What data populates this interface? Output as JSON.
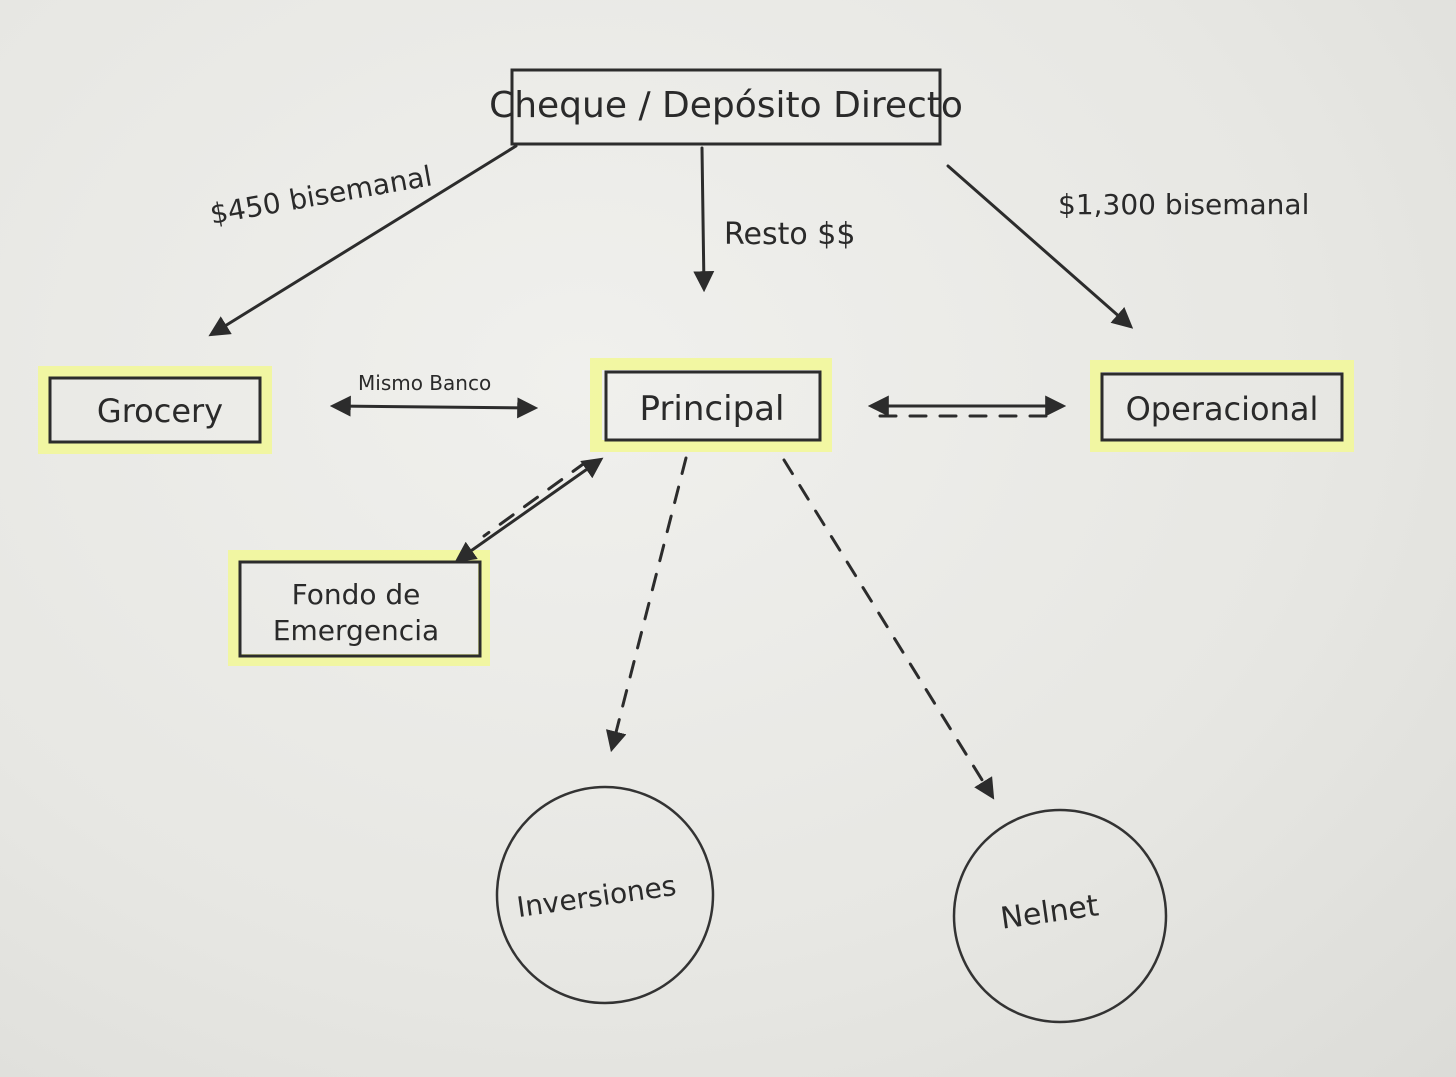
{
  "nodes": {
    "source": "Cheque / Depósito Directo",
    "grocery": "Grocery",
    "principal": "Principal",
    "operacional": "Operacional",
    "emergency_line1": "Fondo de",
    "emergency_line2": "Emergencia",
    "investments": "Inversiones",
    "nelnet": "Nelnet"
  },
  "edges": {
    "to_grocery": "$450 bisemanal",
    "to_principal": "Resto $$",
    "to_operacional": "$1,300 bisemanal",
    "grocery_principal": "Mismo Banco"
  },
  "colors": {
    "ink": "#2c2c2c",
    "highlight": "#f2f79a",
    "paper": "#e9e9e6"
  }
}
